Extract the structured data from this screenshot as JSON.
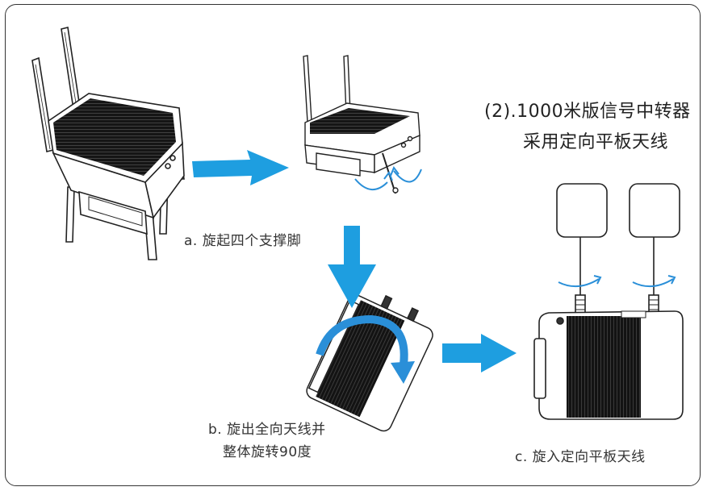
{
  "title": {
    "line1": "(2).1000米版信号中转器",
    "line2": "采用定向平板天线"
  },
  "steps": {
    "a": "a. 旋起四个支撑脚",
    "b_line1": "b. 旋出全向天线并",
    "b_line2": "整体旋转90度",
    "c": "c. 旋入定向平板天线"
  },
  "colors": {
    "arrow": "#1e9ee0",
    "rotate": "#2a8fd8",
    "outline": "#222222",
    "panel": "#1a1a1a"
  },
  "icons": {
    "arrow": "flow-arrow-icon",
    "rotate": "rotation-arrow-icon"
  }
}
